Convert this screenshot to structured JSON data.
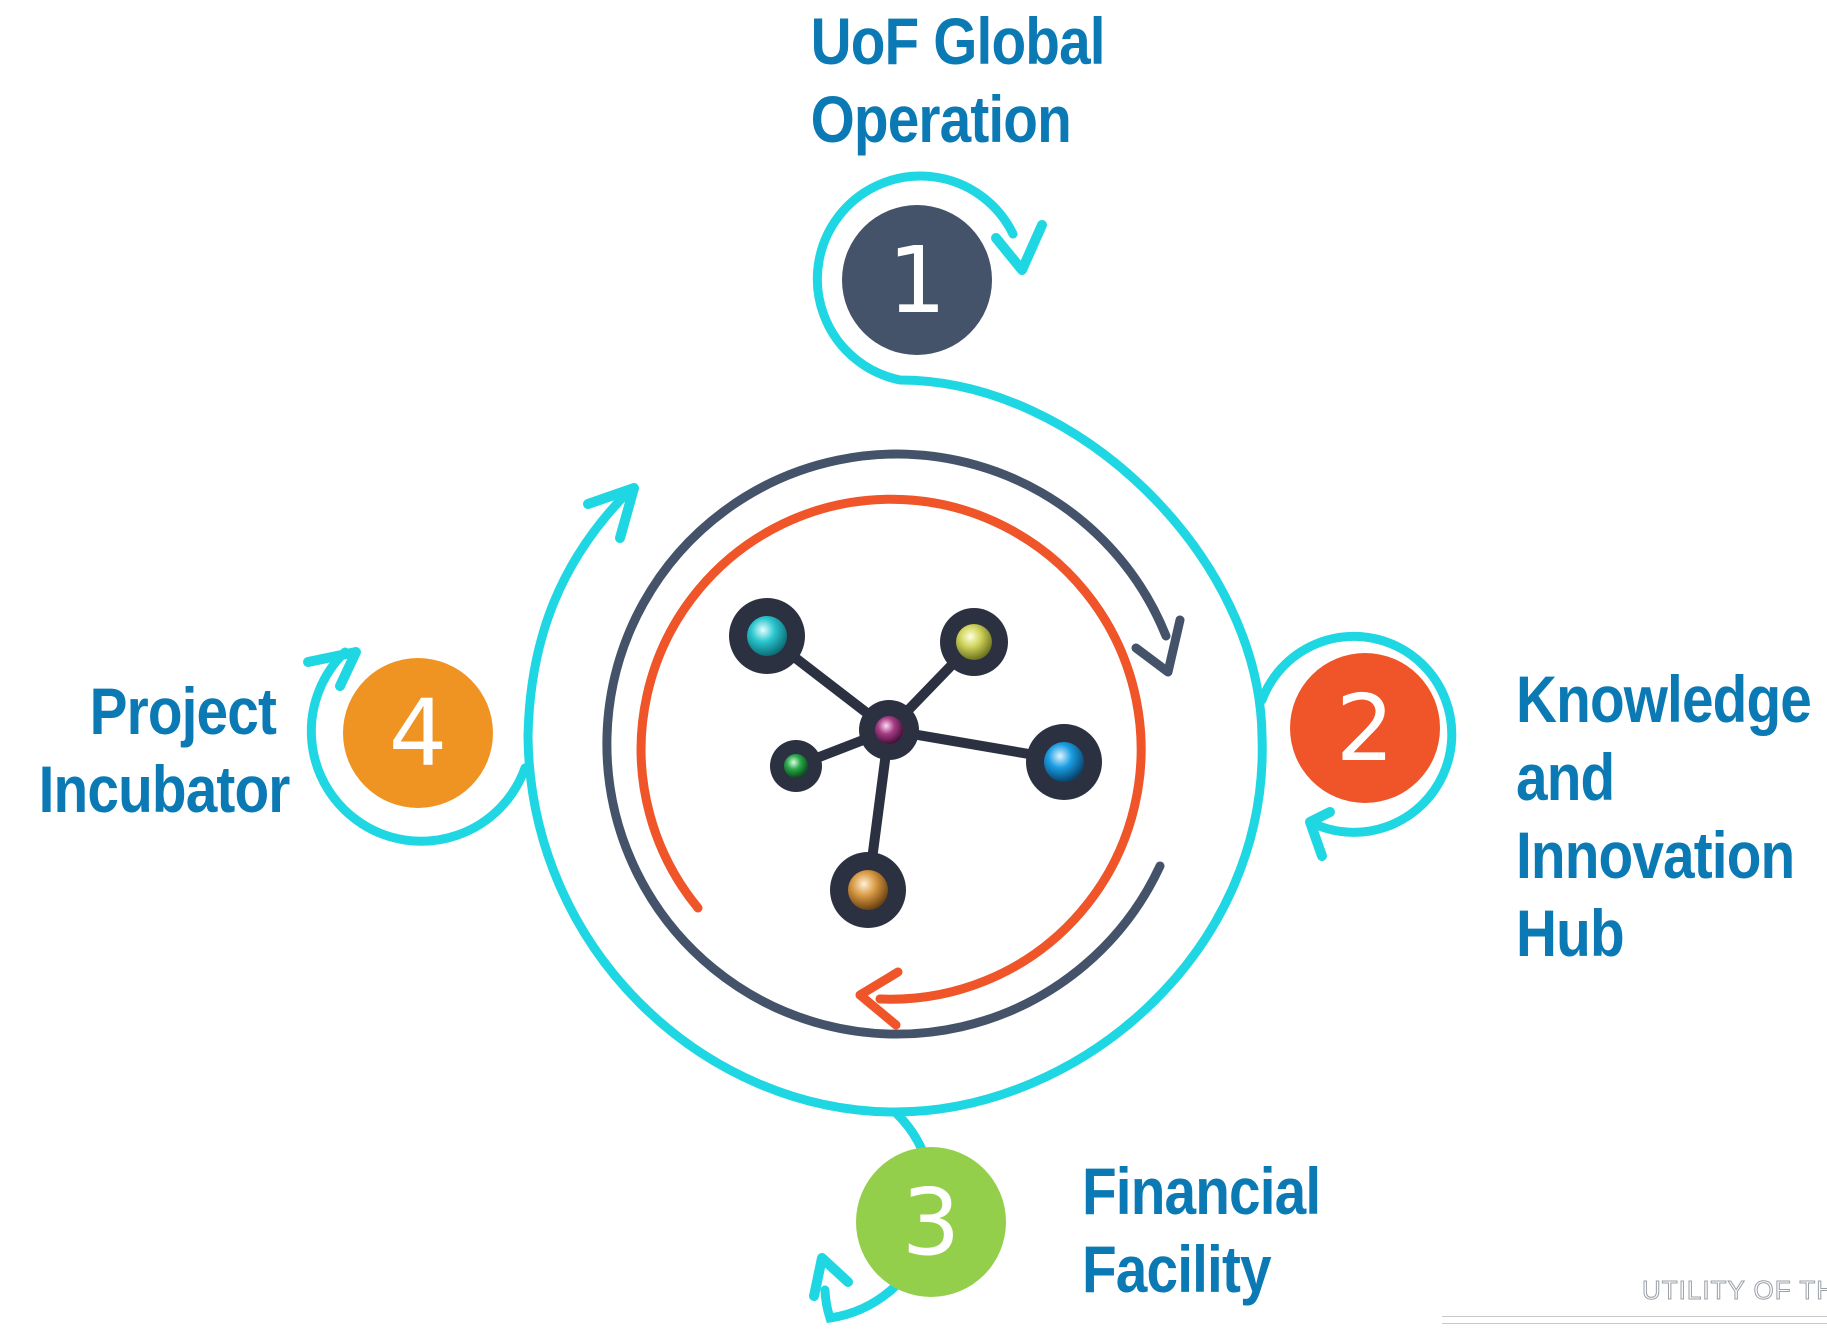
{
  "stages": [
    {
      "number": "1",
      "lines": [
        "UoF Global",
        "Operation"
      ],
      "color": "#445369"
    },
    {
      "number": "2",
      "lines": [
        "Knowledge",
        "and",
        "Innovation",
        "Hub"
      ],
      "color": "#ef5528"
    },
    {
      "number": "3",
      "lines": [
        "Financial",
        "Facility"
      ],
      "color": "#94cf4c"
    },
    {
      "number": "4",
      "lines": [
        "Project",
        "Incubator"
      ],
      "color": "#ef9322"
    }
  ],
  "colors": {
    "label": "#0b79b3",
    "cycle_cyan": "#1fd7e3",
    "ring_dark": "#445369",
    "ring_orange": "#ef5528"
  },
  "icons": {
    "center": "network-molecule-icon"
  },
  "footer": {
    "text": "UTILITY OF TH"
  }
}
